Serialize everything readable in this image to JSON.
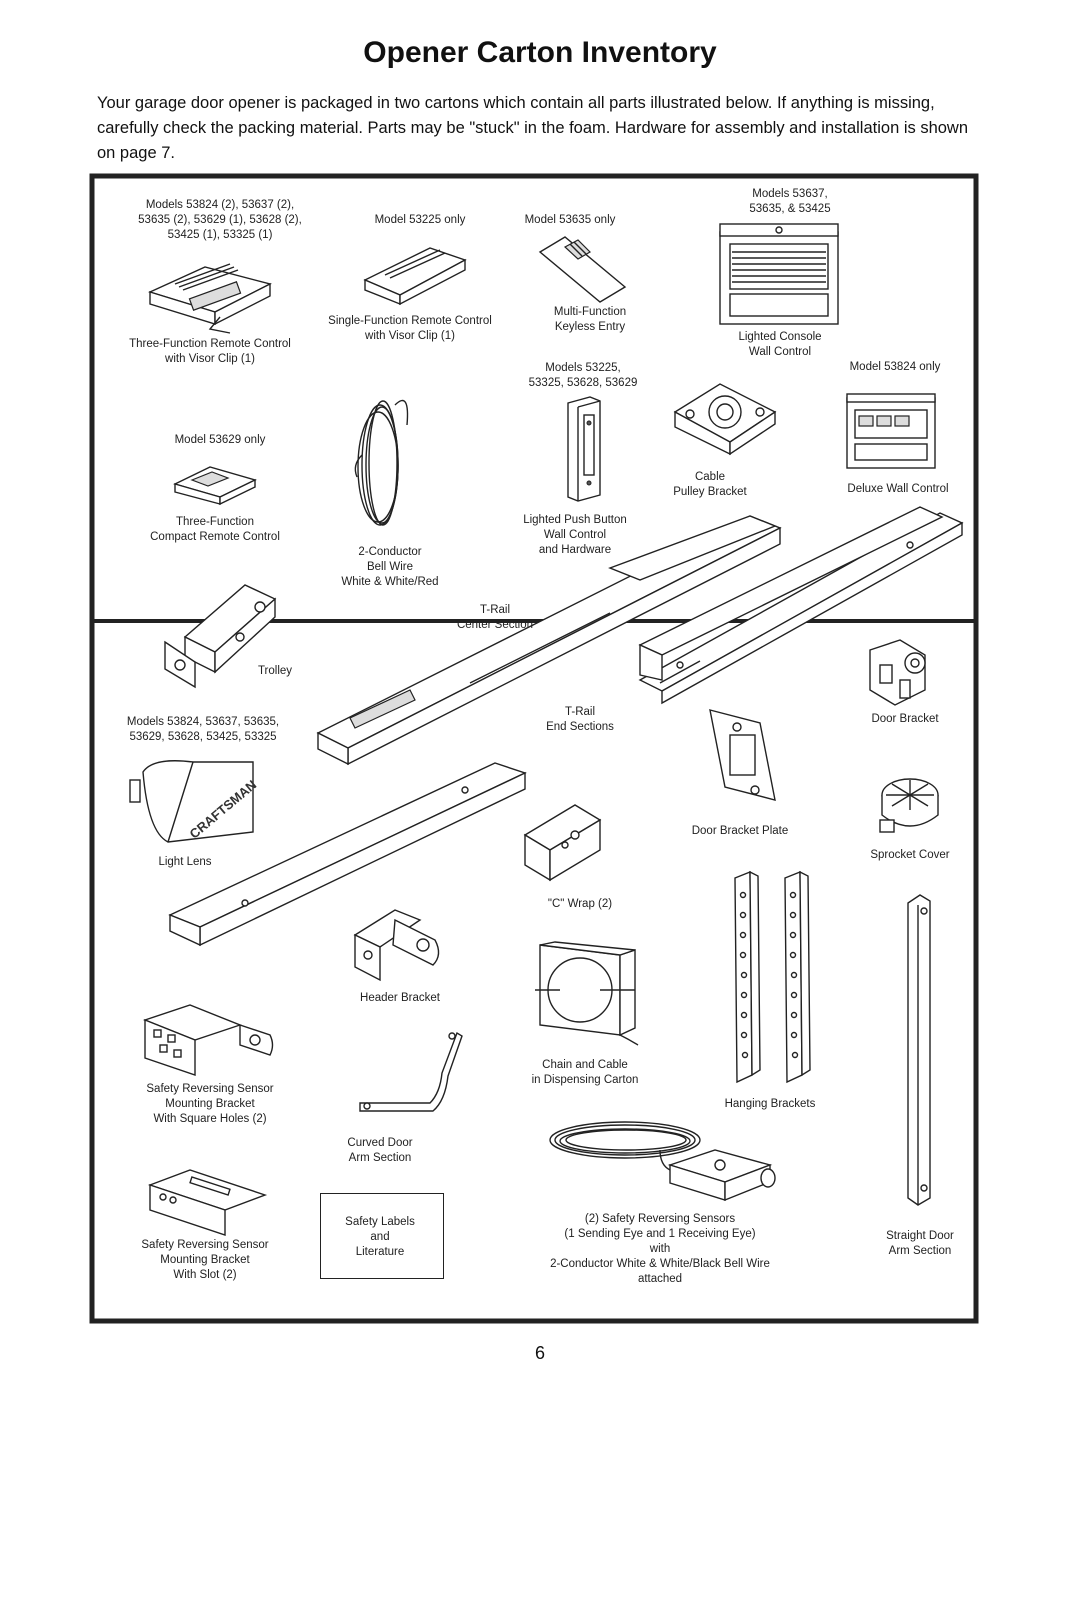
{
  "page": {
    "title": "Opener Carton Inventory",
    "intro": "Your garage door opener is packaged in two cartons which contain all parts illustrated below. If anything is missing, carefully check the packing material. Parts may be \"stuck\" in the foam. Hardware for assembly and installation is shown on page 7.",
    "page_number": "6"
  },
  "labels": {
    "three_fn_models": [
      "Models 53824 (2), 53637 (2),",
      "53635 (2), 53629 (1), 53628 (2),",
      "53425 (1), 53325 (1)"
    ],
    "three_fn_name": [
      "Three-Function Remote Control",
      "with Visor Clip (1)"
    ],
    "single_model": "Model 53225 only",
    "single_name": [
      "Single-Function Remote Control",
      "with Visor Clip (1)"
    ],
    "keyless_model": "Model 53635 only",
    "keyless_name": [
      "Multi-Function",
      "Keyless Entry"
    ],
    "console_models": [
      "Models 53637,",
      "53635, & 53425"
    ],
    "console_name": [
      "Lighted Console",
      "Wall Control"
    ],
    "push_models": [
      "Models 53225,",
      "53325, 53628, 53629"
    ],
    "push_name": [
      "Lighted Push Button",
      "Wall Control",
      "and Hardware"
    ],
    "cable_name": [
      "Cable",
      "Pulley Bracket"
    ],
    "deluxe_model": "Model 53824 only",
    "deluxe_name": "Deluxe Wall Control",
    "compact_model": "Model 53629 only",
    "compact_name": [
      "Three-Function",
      "Compact Remote Control"
    ],
    "wire_name": [
      "2-Conductor",
      "Bell Wire",
      "White & White/Red"
    ],
    "trail_center": [
      "T-Rail",
      "Center Section"
    ],
    "trolley": "Trolley",
    "lens_models": [
      "Models 53824, 53637, 53635,",
      "53629, 53628, 53425, 53325"
    ],
    "light_lens": "Light Lens",
    "trail_end": [
      "T-Rail",
      "End Sections"
    ],
    "door_bracket": "Door Bracket",
    "door_bracket_plate": "Door Bracket Plate",
    "sprocket_cover": "Sprocket Cover",
    "c_wrap": "\"C\" Wrap (2)",
    "header_bracket": "Header Bracket",
    "chain_cable": [
      "Chain and Cable",
      "in Dispensing Carton"
    ],
    "hanging_brackets": "Hanging Brackets",
    "sensor_square": [
      "Safety Reversing Sensor",
      "Mounting Bracket",
      "With Square Holes (2)"
    ],
    "curved_arm": [
      "Curved Door",
      "Arm Section"
    ],
    "literature": [
      "Safety Labels",
      "and",
      "Literature"
    ],
    "sensors": [
      "(2) Safety Reversing Sensors",
      "(1 Sending Eye and 1 Receiving Eye)",
      "with",
      "2-Conductor White & White/Black Bell Wire",
      "attached"
    ],
    "straight_arm": [
      "Straight Door",
      "Arm Section"
    ],
    "sensor_slot": [
      "Safety Reversing Sensor",
      "Mounting Bracket",
      "With Slot (2)"
    ],
    "lens_brand": "CRAFTSMAN"
  }
}
